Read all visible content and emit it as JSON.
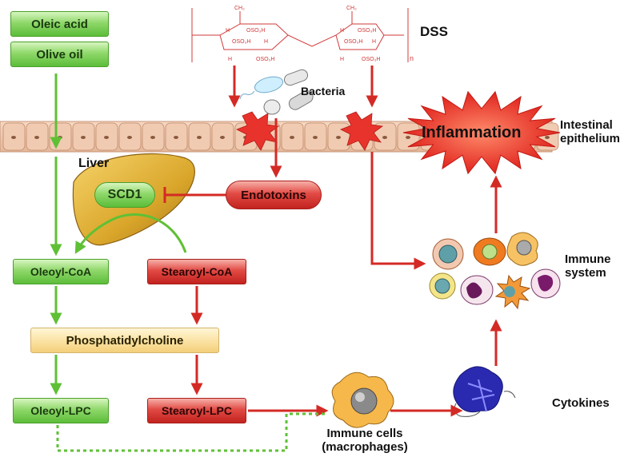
{
  "labels": {
    "oleic_acid": "Oleic acid",
    "olive_oil": "Olive oil",
    "dss": "DSS",
    "bacteria": "Bacteria",
    "inflammation": "Inflammation",
    "intestinal_epithelium": "Intestinal epithelium",
    "liver": "Liver",
    "scd1": "SCD1",
    "endotoxins": "Endotoxins",
    "oleoyl_coa": "Oleoyl-CoA",
    "stearoyl_coa": "Stearoyl-CoA",
    "phosphatidylcholine": "Phosphatidylcholine",
    "oleoyl_lpc": "Oleoyl-LPC",
    "stearoyl_lpc": "Stearoyl-LPC",
    "immune_cells": "Immune cells (macrophages)",
    "immune_system": "Immune system",
    "cytokines": "Cytokines"
  },
  "dss_structure": {
    "ch2": "CH₂",
    "h": "H",
    "oso3h": "OSO₃H",
    "n": "n"
  },
  "colors": {
    "green_arrow": "#5fc035",
    "red_arrow": "#d42a25",
    "inflammation_burst": "#e8332c",
    "dss_structure": "#d23a3a"
  }
}
